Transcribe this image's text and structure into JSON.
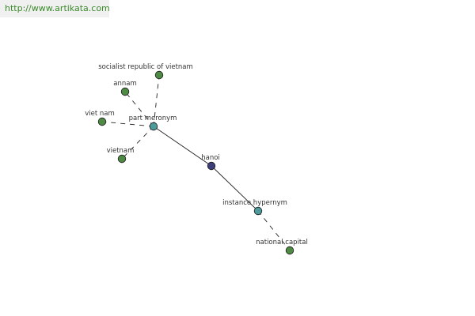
{
  "watermark": "http://www.artikata.com",
  "graph": {
    "nodes": [
      {
        "id": "hanoi",
        "label": "hanoi",
        "role": "center",
        "color": "#3d3d7a"
      },
      {
        "id": "part_meronym",
        "label": "part meronym",
        "role": "relation",
        "color": "#4f9a9a"
      },
      {
        "id": "instance_hypernym",
        "label": "instance hypernym",
        "role": "relation",
        "color": "#4f9a9a"
      },
      {
        "id": "socialist_republic",
        "label": "socialist republic of vietnam",
        "role": "term",
        "color": "#4f8a45"
      },
      {
        "id": "annam",
        "label": "annam",
        "role": "term",
        "color": "#4f8a45"
      },
      {
        "id": "viet_nam",
        "label": "viet nam",
        "role": "term",
        "color": "#4f8a45"
      },
      {
        "id": "vietnam",
        "label": "vietnam",
        "role": "term",
        "color": "#4f8a45"
      },
      {
        "id": "national_capital",
        "label": "national capital",
        "role": "term",
        "color": "#4f8a45"
      }
    ],
    "edges": [
      {
        "from": "hanoi",
        "to": "part_meronym",
        "style": "solid"
      },
      {
        "from": "hanoi",
        "to": "instance_hypernym",
        "style": "solid"
      },
      {
        "from": "part_meronym",
        "to": "socialist_republic",
        "style": "dashed"
      },
      {
        "from": "part_meronym",
        "to": "annam",
        "style": "dashed"
      },
      {
        "from": "part_meronym",
        "to": "viet_nam",
        "style": "dashed"
      },
      {
        "from": "part_meronym",
        "to": "vietnam",
        "style": "dashed"
      },
      {
        "from": "instance_hypernym",
        "to": "national_capital",
        "style": "dashed"
      }
    ]
  }
}
